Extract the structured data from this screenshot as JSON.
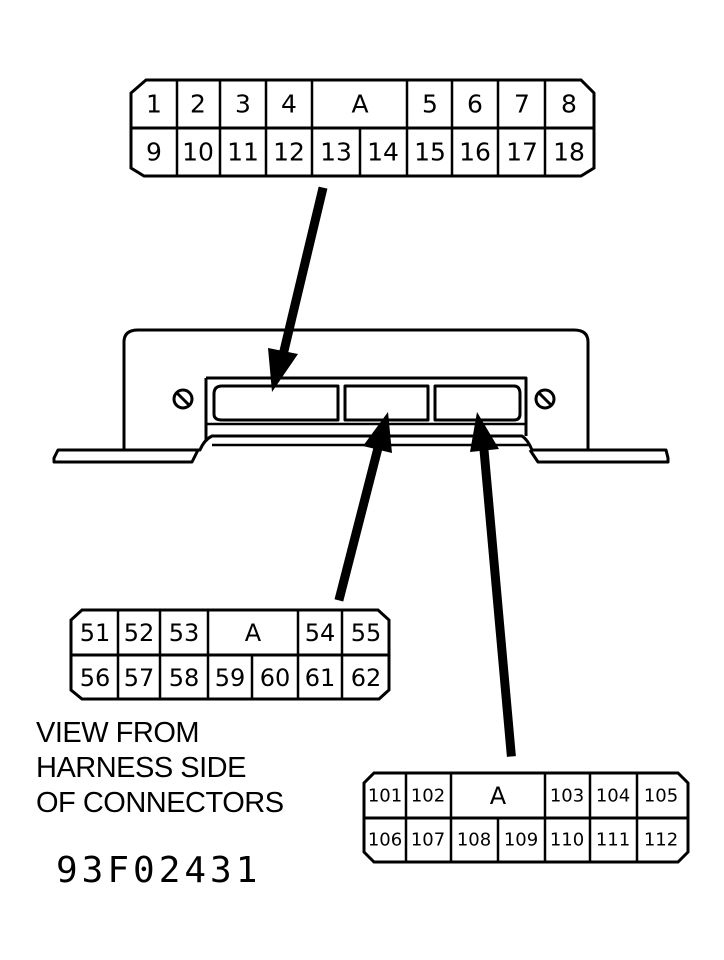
{
  "connector_top": {
    "row1": [
      "1",
      "2",
      "3",
      "4",
      "A",
      "5",
      "6",
      "7",
      "8"
    ],
    "row2": [
      "9",
      "10",
      "11",
      "12",
      "13",
      "14",
      "15",
      "16",
      "17",
      "18"
    ]
  },
  "connector_middle": {
    "row1": [
      "51",
      "52",
      "53",
      "A",
      "54",
      "55"
    ],
    "row2": [
      "56",
      "57",
      "58",
      "59",
      "60",
      "61",
      "62"
    ]
  },
  "connector_bottom": {
    "row1": [
      "101",
      "102",
      "A",
      "103",
      "104",
      "105"
    ],
    "row2": [
      "106",
      "107",
      "108",
      "109",
      "110",
      "111",
      "112"
    ]
  },
  "caption": {
    "line1": "VIEW FROM",
    "line2": "HARNESS SIDE",
    "line3": "OF CONNECTORS"
  },
  "figure_code": "93F02431"
}
